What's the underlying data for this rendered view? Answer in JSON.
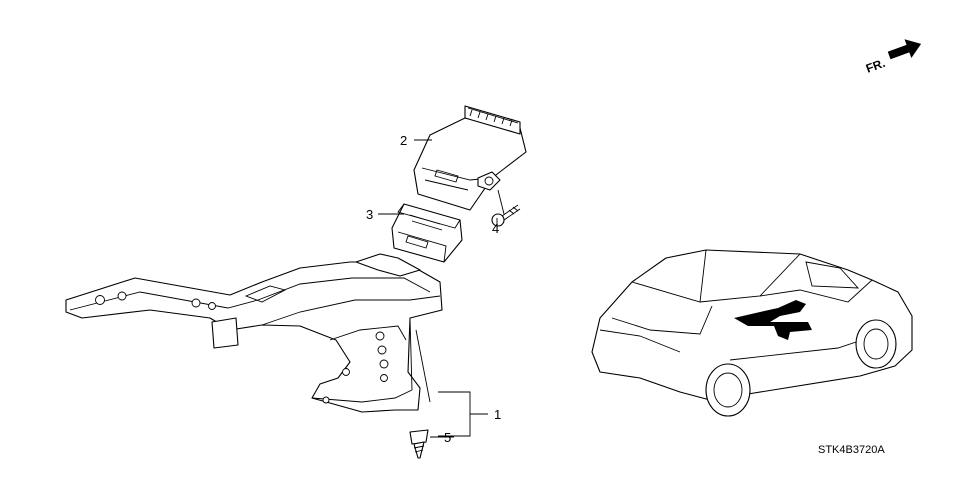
{
  "direction_arrow": {
    "label": "FR.",
    "icon": "forward-arrow-icon"
  },
  "callouts": [
    {
      "number": "1"
    },
    {
      "number": "2"
    },
    {
      "number": "3"
    },
    {
      "number": "4"
    },
    {
      "number": "5"
    }
  ],
  "diagram_code": "STK4B3720A"
}
